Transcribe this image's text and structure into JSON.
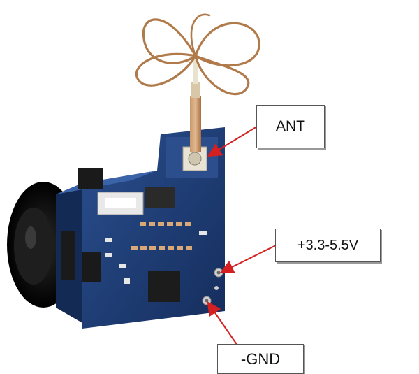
{
  "labels": {
    "antenna": "ANT",
    "power": "+3.3-5.5V",
    "ground": "-GND"
  },
  "colors": {
    "pcb": "#1f3f78",
    "pcb_dark": "#142b55",
    "copper_wire": "#b07a4a",
    "arrow": "#d42020",
    "lens": "#141414"
  }
}
